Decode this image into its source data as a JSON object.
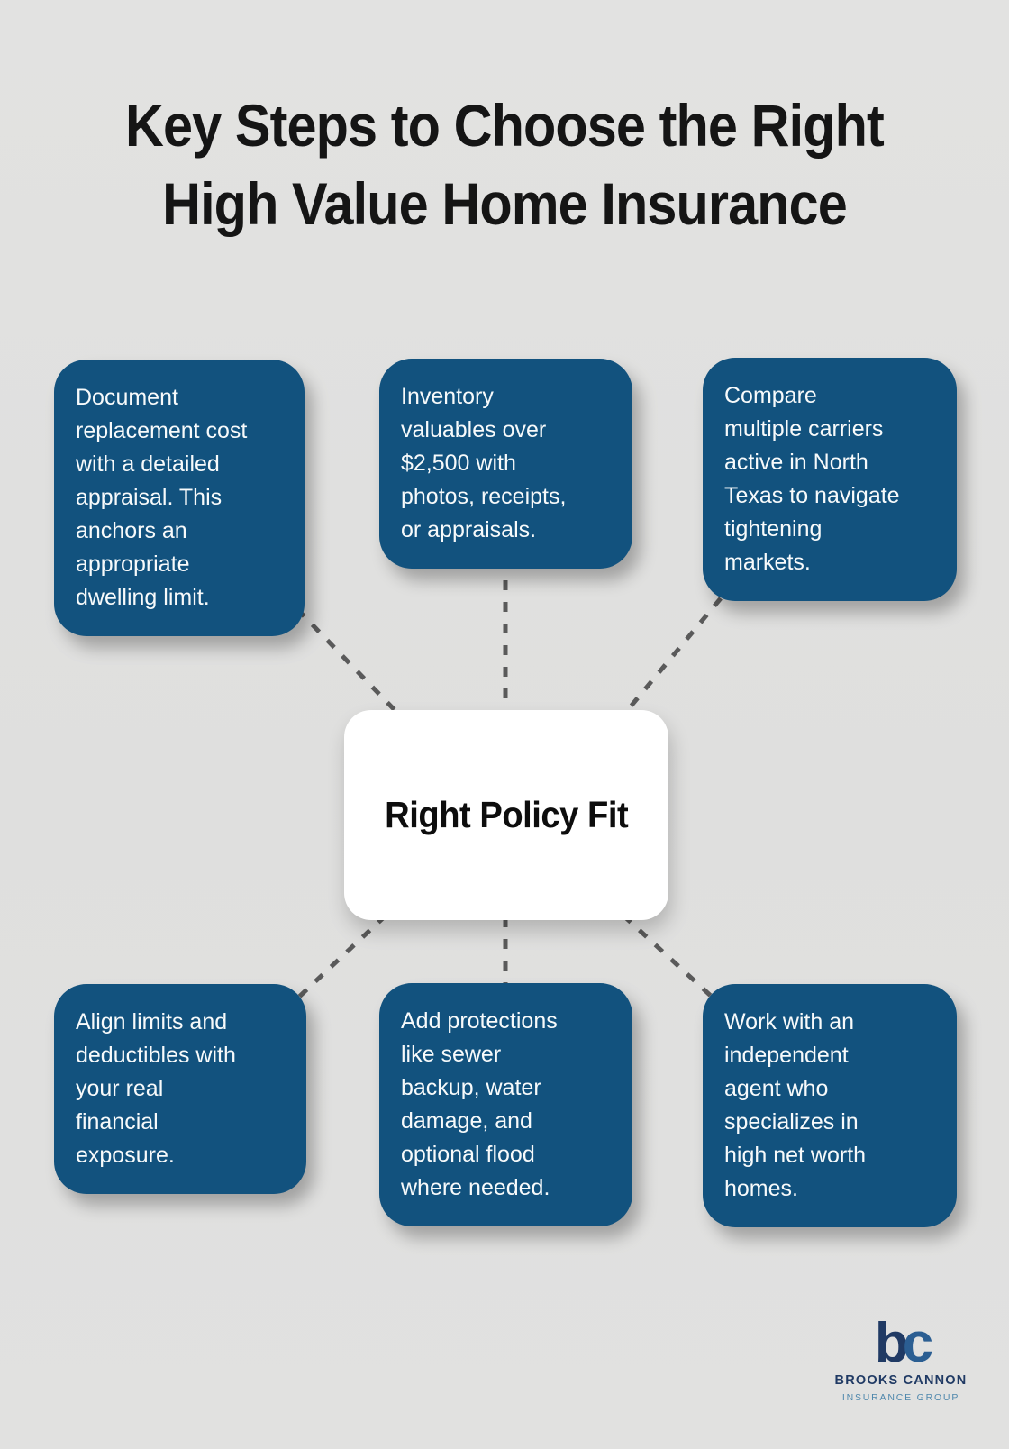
{
  "title": "Key Steps to Choose the Right\nHigh Value Home Insurance",
  "center_node": {
    "label": "Right Policy Fit"
  },
  "step_boxes": [
    {
      "position": "top-left",
      "text": "Document\nreplacement cost\nwith a detailed\nappraisal. This\nanchors an\nappropriate\ndwelling limit."
    },
    {
      "position": "top-middle",
      "text": "Inventory\nvaluables over\n$2,500 with\nphotos, receipts,\nor appraisals."
    },
    {
      "position": "top-right",
      "text": "Compare\nmultiple carriers\nactive in North\nTexas to navigate\ntightening\nmarkets."
    },
    {
      "position": "bottom-left",
      "text": "Align limits and\ndeductibles with\nyour real\nfinancial\nexposure."
    },
    {
      "position": "bottom-middle",
      "text": "Add protections\nlike sewer\nbackup, water\ndamage, and\noptional flood\nwhere needed."
    },
    {
      "position": "bottom-right",
      "text": "Work with an\nindependent\nagent who\nspecializes in\nhigh net worth\nhomes."
    }
  ],
  "logo": {
    "monogram_b": "b",
    "monogram_c": "c",
    "company": "BROOKS CANNON",
    "tagline": "INSURANCE GROUP"
  },
  "colors": {
    "background": "#e0e0e0",
    "step_box_blue": "#12527E",
    "step_box_text": "#F7FAFB",
    "title_text": "#151515",
    "connector_gray": "#5a5a5a",
    "center_node_bg": "#ffffff",
    "logo_navy": "#203A64",
    "logo_steel_blue": "#2B5E92",
    "logo_light_blue": "#4E87AC"
  }
}
